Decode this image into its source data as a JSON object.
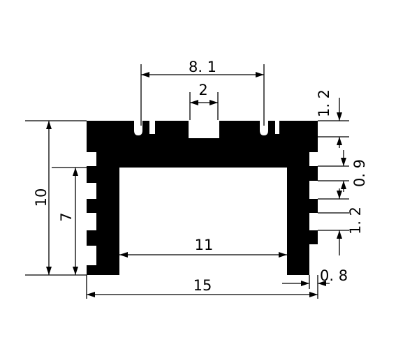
{
  "drawing": {
    "type": "heatsink-profile-cross-section",
    "colors": {
      "profile": "#000000",
      "background": "#ffffff",
      "lines": "#000000"
    },
    "dimensions": {
      "top_slot_spacing": "8. 1",
      "top_center_slot_width": "2",
      "overall_height": "10",
      "inner_cavity_height": "7",
      "inner_cavity_width": "11",
      "overall_width": "15",
      "top_fin_height": "1. 2",
      "side_fin_pitch": "0. 9",
      "side_fin_height": "1. 2",
      "wall_thickness": "0. 8"
    }
  }
}
